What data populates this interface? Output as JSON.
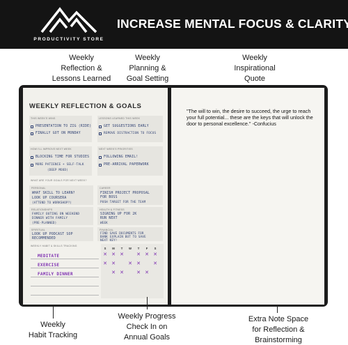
{
  "header": {
    "brand": "PRODUCTIVITY STORE",
    "headline": "INCREASE MENTAL FOCUS & CLARITY"
  },
  "callouts": {
    "reflection": [
      "Weekly",
      "Reflection &",
      "Lessons Learned"
    ],
    "planning": [
      "Weekly",
      "Planning &",
      "Goal Setting"
    ],
    "quote": [
      "Weekly",
      "Inspirational",
      "Quote"
    ],
    "habit": [
      "Weekly",
      "Habit Tracking"
    ],
    "progress": [
      "Weekly Progress",
      "Check In on",
      "Annual Goals"
    ],
    "notes": [
      "Extra Note Space",
      "for Reflection &",
      "Brainstorming"
    ]
  },
  "planner": {
    "title": "WEEKLY REFLECTION & GOALS",
    "labels": {
      "wins": "THIS WEEK'S WINS",
      "lessons": "LESSONS LEARNED THIS WEEK",
      "improve": "HOW I'LL IMPROVE NEXT WEEK",
      "priorities": "NEXT WEEK'S PRIORITIES",
      "goals": "WHAT ARE YOUR GOALS FOR NEXT WEEK?",
      "personal": "PERSONAL",
      "career": "CAREER",
      "relationships": "RELATIONSHIPS",
      "health": "HEALTH & FITNESS",
      "spiritual": "SPIRITUAL",
      "financial": "FINANCIAL",
      "habit": "WEEKLY HABIT & SKILLS TRACKING"
    },
    "wins": [
      "PRESENTATION TO ZIG (RIDE)",
      "FINALLY GOT ON MONDAY"
    ],
    "lessons": [
      "GET SUGGESTIONS EARLY",
      "REMOVE DISTRACTION TO FOCUS"
    ],
    "improve": [
      "BLOCKING TIME FOR STUDIES",
      "MORE PATIENCE + SELF-TALK",
      "(DEEP MOOD)"
    ],
    "priorities": [
      "FOLLOWING EMAIL!",
      "PRE-ARRIVAL PAPERWORK"
    ],
    "personal": [
      "WHAT SKILL TO LEARN?",
      "LOOK UP COURSERA",
      "(ATTEND TO WORKSHOP?)"
    ],
    "career": [
      "FINISH PROJECT PROPOSAL",
      "FOR BOSS",
      "PUSH TARGET FOR THE TEAM"
    ],
    "relationships": [
      "FAMILY OUTING ON WEEKEND",
      "DINNER WITH FAMILY",
      "(PRE-PLANNED)"
    ],
    "health": [
      "SIGNING UP FOR 2K",
      "RUN NEXT",
      "WEEK"
    ],
    "spiritual": [
      "LOOK UP PODCAST SOP",
      "RECOMMENDED"
    ],
    "financial": [
      "FIND SAVE DOCUMENTS FOR",
      "BANK",
      "EXPLAIN BUT TO SAVE",
      "NEXT KEY!"
    ],
    "habits": [
      "MEDITATE",
      "EXERCISE",
      "FAMILY DINNER"
    ],
    "days": [
      "S",
      "M",
      "T",
      "W",
      "T",
      "F",
      "S"
    ],
    "habit_checks": [
      [
        true,
        true,
        true,
        false,
        true,
        true,
        true
      ],
      [
        true,
        true,
        false,
        true,
        true,
        false,
        true
      ],
      [
        false,
        true,
        true,
        false,
        true,
        true,
        false
      ]
    ]
  },
  "quote": {
    "text": "\"The will to win, the desire to succeed, the urge to reach your full potential... these are the keys that will unlock the door to personal excellence.\"",
    "author": "-Confucius"
  }
}
